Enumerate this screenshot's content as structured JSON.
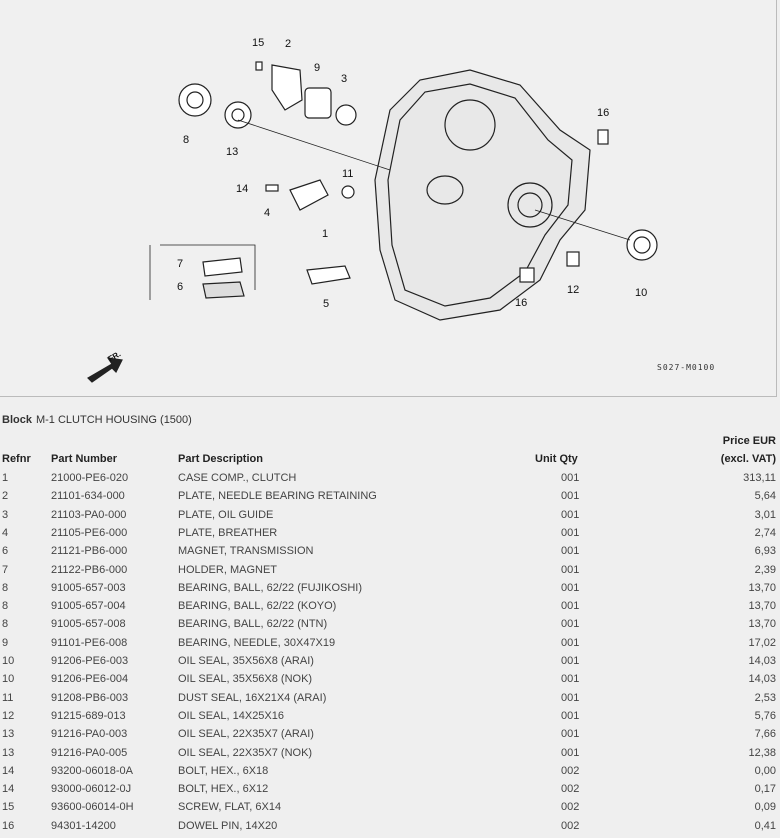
{
  "diagram": {
    "callouts": [
      "15",
      "2",
      "9",
      "3",
      "8",
      "13",
      "16",
      "11",
      "14",
      "4",
      "1",
      "7",
      "6",
      "5",
      "16",
      "12",
      "10"
    ],
    "direction_label": "FR.",
    "drawing_code": "S027-M0100"
  },
  "block": {
    "label": "Block",
    "name": "M-1 CLUTCH HOUSING (1500)"
  },
  "table": {
    "headers": {
      "refnr": "Refnr",
      "part_number": "Part Number",
      "description": "Part Description",
      "qty": "Unit Qty",
      "price_line1": "Price EUR",
      "price_line2": "(excl. VAT)"
    },
    "rows": [
      {
        "ref": "1",
        "pn": "21000-PE6-020",
        "desc": "CASE COMP., CLUTCH",
        "qty": "001",
        "price": "313,11"
      },
      {
        "ref": "2",
        "pn": "21101-634-000",
        "desc": "PLATE, NEEDLE BEARING RETAINING",
        "qty": "001",
        "price": "5,64"
      },
      {
        "ref": "3",
        "pn": "21103-PA0-000",
        "desc": "PLATE, OIL GUIDE",
        "qty": "001",
        "price": "3,01"
      },
      {
        "ref": "4",
        "pn": "21105-PE6-000",
        "desc": "PLATE, BREATHER",
        "qty": "001",
        "price": "2,74"
      },
      {
        "ref": "6",
        "pn": "21121-PB6-000",
        "desc": "MAGNET, TRANSMISSION",
        "qty": "001",
        "price": "6,93"
      },
      {
        "ref": "7",
        "pn": "21122-PB6-000",
        "desc": "HOLDER, MAGNET",
        "qty": "001",
        "price": "2,39"
      },
      {
        "ref": "8",
        "pn": "91005-657-003",
        "desc": "BEARING, BALL, 62/22 (FUJIKOSHI)",
        "qty": "001",
        "price": "13,70"
      },
      {
        "ref": "8",
        "pn": "91005-657-004",
        "desc": "BEARING, BALL, 62/22 (KOYO)",
        "qty": "001",
        "price": "13,70"
      },
      {
        "ref": "8",
        "pn": "91005-657-008",
        "desc": "BEARING, BALL, 62/22 (NTN)",
        "qty": "001",
        "price": "13,70"
      },
      {
        "ref": "9",
        "pn": "91101-PE6-008",
        "desc": "BEARING, NEEDLE, 30X47X19",
        "qty": "001",
        "price": "17,02"
      },
      {
        "ref": "10",
        "pn": "91206-PE6-003",
        "desc": "OIL SEAL, 35X56X8 (ARAI)",
        "qty": "001",
        "price": "14,03"
      },
      {
        "ref": "10",
        "pn": "91206-PE6-004",
        "desc": "OIL SEAL, 35X56X8 (NOK)",
        "qty": "001",
        "price": "14,03"
      },
      {
        "ref": "11",
        "pn": "91208-PB6-003",
        "desc": "DUST SEAL, 16X21X4 (ARAI)",
        "qty": "001",
        "price": "2,53"
      },
      {
        "ref": "12",
        "pn": "91215-689-013",
        "desc": "OIL SEAL, 14X25X16",
        "qty": "001",
        "price": "5,76"
      },
      {
        "ref": "13",
        "pn": "91216-PA0-003",
        "desc": "OIL SEAL, 22X35X7 (ARAI)",
        "qty": "001",
        "price": "7,66"
      },
      {
        "ref": "13",
        "pn": "91216-PA0-005",
        "desc": "OIL SEAL, 22X35X7 (NOK)",
        "qty": "001",
        "price": "12,38"
      },
      {
        "ref": "14",
        "pn": "93200-06018-0A",
        "desc": "BOLT, HEX., 6X18",
        "qty": "002",
        "price": "0,00"
      },
      {
        "ref": "14",
        "pn": "93000-06012-0J",
        "desc": "BOLT, HEX., 6X12",
        "qty": "002",
        "price": "0,17"
      },
      {
        "ref": "15",
        "pn": "93600-06014-0H",
        "desc": "SCREW, FLAT, 6X14",
        "qty": "002",
        "price": "0,09"
      },
      {
        "ref": "16",
        "pn": "94301-14200",
        "desc": "DOWEL PIN, 14X20",
        "qty": "002",
        "price": "0,41"
      }
    ]
  }
}
